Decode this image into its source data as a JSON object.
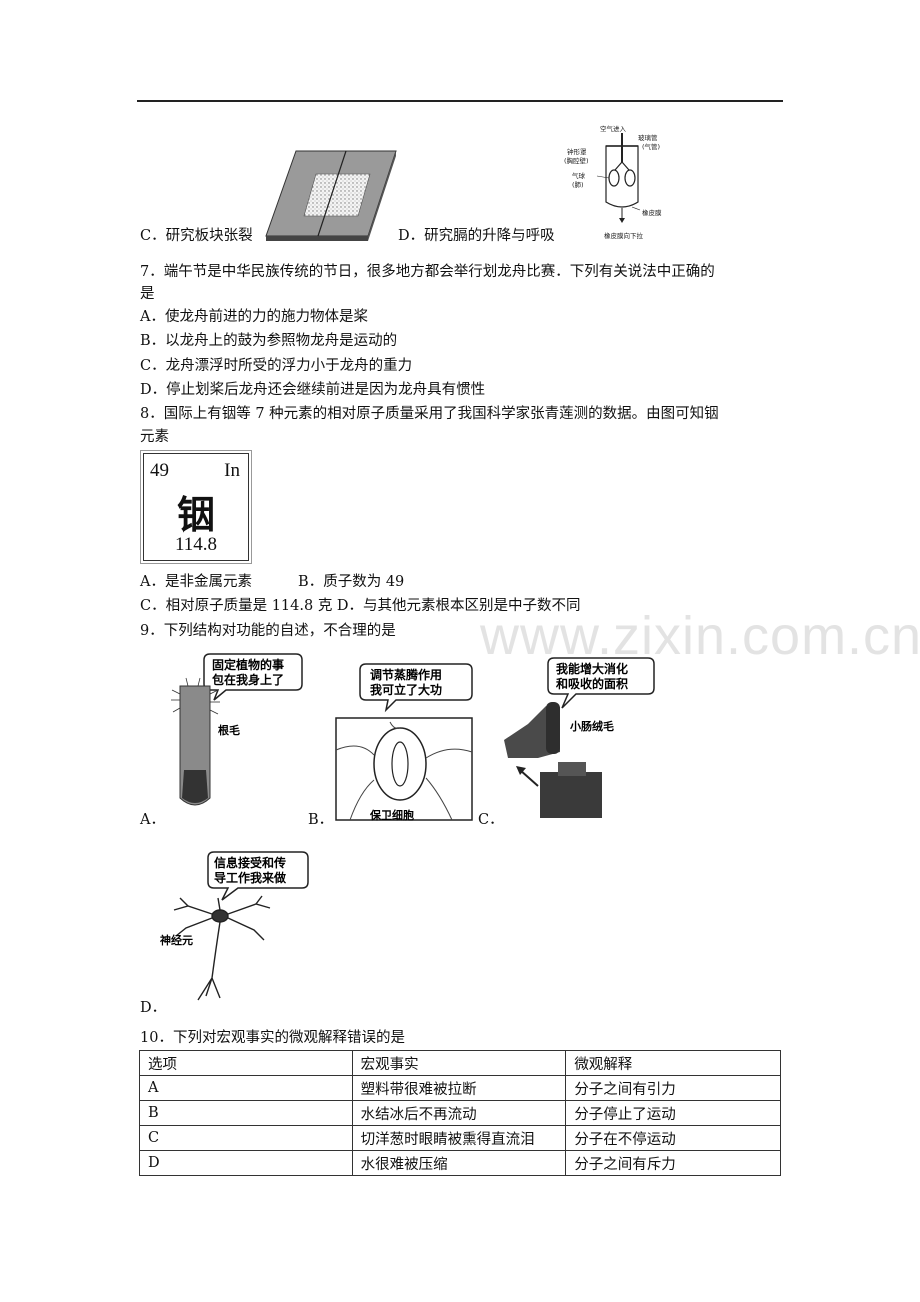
{
  "header_rule": true,
  "q6": {
    "option_c": "C．研究板块张裂",
    "option_d": "D．研究膈的升降与呼吸",
    "diagram_labels": {
      "air_in": "空气进入",
      "glass_tube": "玻璃管",
      "trachea": "(气管)",
      "bell_jar": "钟形罩",
      "chest": "(胸腔壁)",
      "balloon": "气球",
      "lung": "(肺)",
      "rubber_membrane": "橡皮膜",
      "pull_down": "橡皮膜向下拉"
    }
  },
  "q7": {
    "stem_line1": "7．端午节是中华民族传统的节日，很多地方都会举行划龙舟比赛．下列有关说法中正确的",
    "stem_line2": "是",
    "options": [
      "A．使龙舟前进的力的施力物体是桨",
      "B．以龙舟上的鼓为参照物龙舟是运动的",
      "C．龙舟漂浮时所受的浮力小于龙舟的重力",
      "D．停止划桨后龙舟还会继续前进是因为龙舟具有惯性"
    ]
  },
  "q8": {
    "stem_line1": "8．国际上有铟等 7 种元素的相对原子质量采用了我国科学家张青莲测的数据。由图可知铟",
    "stem_line2": "元素",
    "element": {
      "number": "49",
      "symbol": "In",
      "name": "铟",
      "mass": "114.8"
    },
    "options_line1": "A．是非金属元素          B．质子数为 49",
    "options_line2": "C．相对原子质量是 114.8 克  D．与其他元素根本区别是中子数不同"
  },
  "q9": {
    "stem": "9．下列结构对功能的自述，不合理的是",
    "labels": [
      "A．",
      "B．",
      "C．",
      "D．"
    ],
    "bubbles": {
      "a_line1": "固定植物的事",
      "a_line2": "包在我身上了",
      "a_tag": "根毛",
      "b_line1": "调节蒸腾作用",
      "b_line2": "我可立了大功",
      "b_tag": "保卫细胞",
      "c_line1": "我能增大消化",
      "c_line2": "和吸收的面积",
      "c_tag": "小肠绒毛",
      "d_line1": "信息接受和传",
      "d_line2": "导工作我来做",
      "d_tag": "神经元"
    }
  },
  "q10": {
    "stem": "10．下列对宏观事实的微观解释错误的是",
    "headers": [
      "选项",
      "宏观事实",
      "微观解释"
    ],
    "rows": [
      [
        "A",
        "塑料带很难被拉断",
        "分子之间有引力"
      ],
      [
        "B",
        "水结冰后不再流动",
        "分子停止了运动"
      ],
      [
        "C",
        "切洋葱时眼睛被熏得直流泪",
        "分子在不停运动"
      ],
      [
        "D",
        "水很难被压缩",
        "分子之间有斥力"
      ]
    ]
  },
  "watermark": "www.zixin.com.cn"
}
